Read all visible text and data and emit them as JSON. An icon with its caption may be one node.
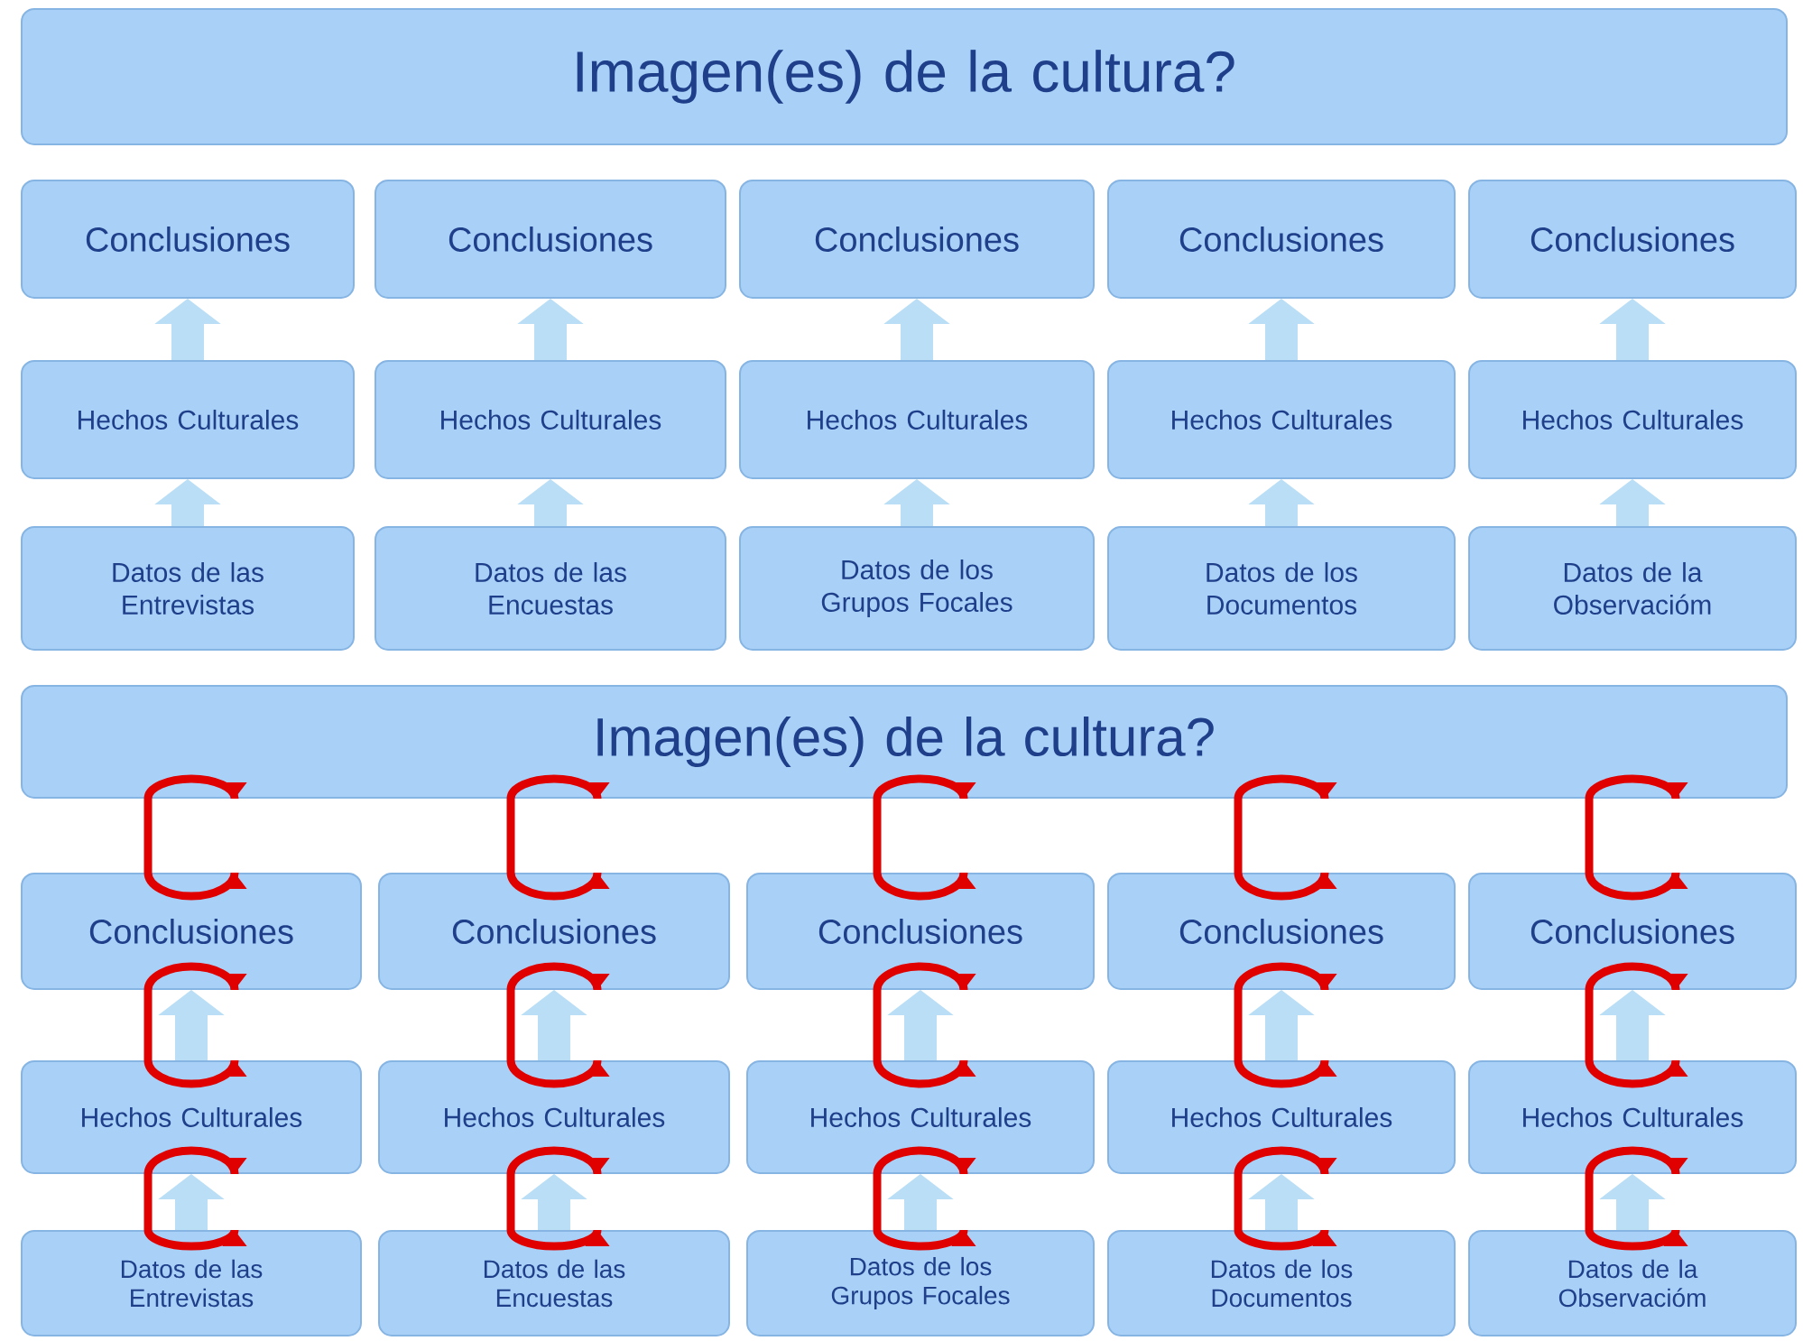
{
  "diagram": {
    "nodes": [
      {
        "text": [
          "Imagen(es) de la cultura?"
        ]
      },
      {
        "text": [
          "Conclusiones"
        ]
      },
      {
        "text": [
          "Conclusiones"
        ]
      },
      {
        "text": [
          "Conclusiones"
        ]
      },
      {
        "text": [
          "Conclusiones"
        ]
      },
      {
        "text": [
          "Conclusiones"
        ]
      },
      {
        "text": [
          "Hechos Culturales"
        ]
      },
      {
        "text": [
          "Hechos Culturales"
        ]
      },
      {
        "text": [
          "Hechos Culturales"
        ]
      },
      {
        "text": [
          "Hechos Culturales"
        ]
      },
      {
        "text": [
          "Hechos Culturales"
        ]
      },
      {
        "text": [
          "Datos de las Entrevistas"
        ]
      },
      {
        "text": [
          "Datos de las Encuestas"
        ]
      },
      {
        "text": [
          "Datos de los Grupos Focales"
        ]
      },
      {
        "text": [
          "Datos de los Documentos"
        ]
      },
      {
        "text": [
          "Datos de la Observacióm"
        ]
      },
      {
        "text": [
          "Imagen(es) de la cultura?"
        ]
      },
      {
        "text": [
          "Conclusiones"
        ]
      },
      {
        "text": [
          "Conclusiones"
        ]
      },
      {
        "text": [
          "Conclusiones"
        ]
      },
      {
        "text": [
          "Conclusiones"
        ]
      },
      {
        "text": [
          "Conclusiones"
        ]
      },
      {
        "text": [
          "Hechos Culturales"
        ]
      },
      {
        "text": [
          "Hechos Culturales"
        ]
      },
      {
        "text": [
          "Hechos Culturales"
        ]
      },
      {
        "text": [
          "Hechos Culturales"
        ]
      },
      {
        "text": [
          "Hechos Culturales"
        ]
      },
      {
        "text": [
          "Datos de las Entrevistas"
        ]
      },
      {
        "text": [
          "Datos de las Encuestas"
        ]
      },
      {
        "text": [
          "Datos de los Grupos Focales"
        ]
      },
      {
        "text": [
          "Datos de los Documentos"
        ]
      },
      {
        "text": [
          "Datos de la Observacióm"
        ]
      }
    ],
    "edges": [
      {
        "from": 11,
        "to": 6,
        "arrow": "to"
      },
      {
        "from": 12,
        "to": 7,
        "arrow": "to"
      },
      {
        "from": 13,
        "to": 8,
        "arrow": "to"
      },
      {
        "from": 14,
        "to": 9,
        "arrow": "to"
      },
      {
        "from": 15,
        "to": 10,
        "arrow": "to"
      },
      {
        "from": 6,
        "to": 1,
        "arrow": "to"
      },
      {
        "from": 7,
        "to": 2,
        "arrow": "to"
      },
      {
        "from": 8,
        "to": 3,
        "arrow": "to"
      },
      {
        "from": 9,
        "to": 4,
        "arrow": "to"
      },
      {
        "from": 10,
        "to": 5,
        "arrow": "to"
      },
      {
        "from": 27,
        "to": 22,
        "arrow": "to"
      },
      {
        "from": 28,
        "to": 23,
        "arrow": "to"
      },
      {
        "from": 29,
        "to": 24,
        "arrow": "to"
      },
      {
        "from": 30,
        "to": 25,
        "arrow": "to"
      },
      {
        "from": 31,
        "to": 26,
        "arrow": "to"
      },
      {
        "from": 22,
        "to": 17,
        "arrow": "to"
      },
      {
        "from": 23,
        "to": 18,
        "arrow": "to"
      },
      {
        "from": 24,
        "to": 19,
        "arrow": "to"
      },
      {
        "from": 25,
        "to": 20,
        "arrow": "to"
      },
      {
        "from": 26,
        "to": 21,
        "arrow": "to"
      },
      {
        "from": 16,
        "to": 17,
        "arrow": "both",
        "color": "#e00000"
      },
      {
        "from": 16,
        "to": 18,
        "arrow": "both",
        "color": "#e00000"
      },
      {
        "from": 16,
        "to": 19,
        "arrow": "both",
        "color": "#e00000"
      },
      {
        "from": 16,
        "to": 20,
        "arrow": "both",
        "color": "#e00000"
      },
      {
        "from": 16,
        "to": 21,
        "arrow": "both",
        "color": "#e00000"
      },
      {
        "from": 17,
        "to": 22,
        "arrow": "both",
        "color": "#e00000"
      },
      {
        "from": 18,
        "to": 23,
        "arrow": "both",
        "color": "#e00000"
      },
      {
        "from": 19,
        "to": 24,
        "arrow": "both",
        "color": "#e00000"
      },
      {
        "from": 20,
        "to": 25,
        "arrow": "both",
        "color": "#e00000"
      },
      {
        "from": 21,
        "to": 26,
        "arrow": "both",
        "color": "#e00000"
      },
      {
        "from": 22,
        "to": 27,
        "arrow": "both",
        "color": "#e00000"
      },
      {
        "from": 23,
        "to": 28,
        "arrow": "both",
        "color": "#e00000"
      },
      {
        "from": 24,
        "to": 29,
        "arrow": "both",
        "color": "#e00000"
      },
      {
        "from": 25,
        "to": 30,
        "arrow": "both",
        "color": "#e00000"
      },
      {
        "from": 26,
        "to": 31,
        "arrow": "both",
        "color": "#e00000"
      }
    ]
  }
}
